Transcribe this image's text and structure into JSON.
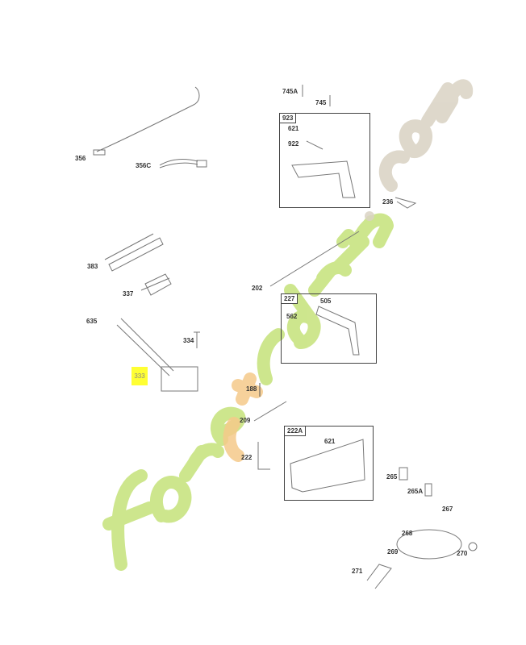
{
  "watermark": {
    "text_main": "foretjardin",
    "text_dot": ".",
    "text_tld": "com",
    "colors": {
      "green": "#c5e27a",
      "orange": "#f5c98a",
      "beige": "#d9d2c3"
    }
  },
  "highlight": {
    "label": "333",
    "color": "#ffff33"
  },
  "labels": {
    "l356": "356",
    "l356c": "356C",
    "l383": "383",
    "l337": "337",
    "l635": "635",
    "l334": "334",
    "l745a": "745A",
    "l745": "745",
    "l621a": "621",
    "l922": "922",
    "l236": "236",
    "l202": "202",
    "l505": "505",
    "l562": "562",
    "l188": "188",
    "l209": "209",
    "l222": "222",
    "l621b": "621",
    "l265": "265",
    "l265a": "265A",
    "l267": "267",
    "l268": "268",
    "l269": "269",
    "l270": "270",
    "l271": "271"
  },
  "boxes": {
    "b923": "923",
    "b227": "227",
    "b222a": "222A"
  }
}
